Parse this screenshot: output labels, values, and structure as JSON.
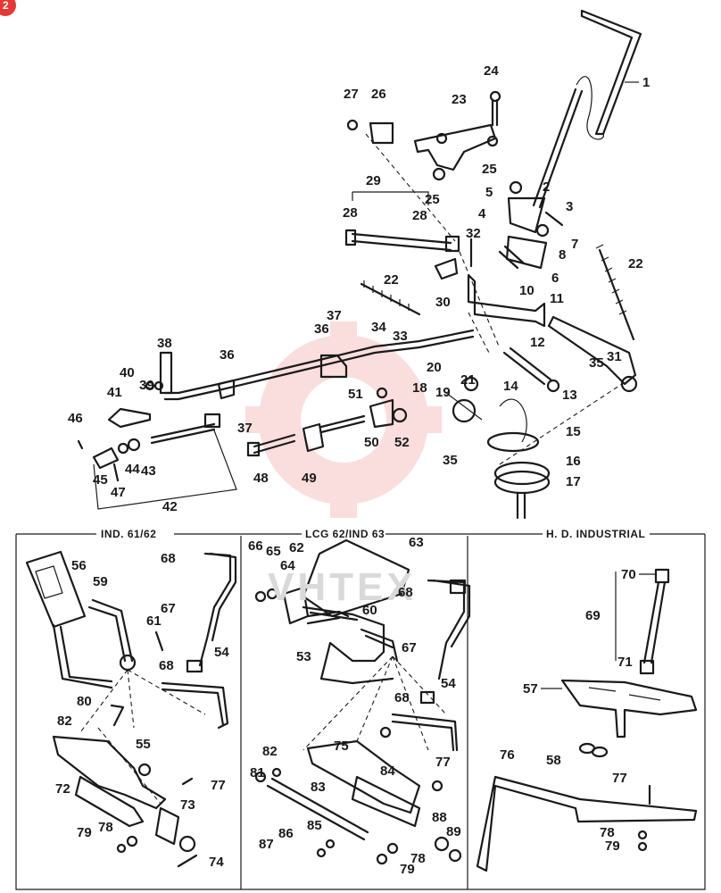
{
  "badge": {
    "label": "2",
    "color": "#e53935"
  },
  "watermark": {
    "text": "VHTEX",
    "gear_color": "#f7c3c3",
    "text_color": "#d9d9d9"
  },
  "sections": {
    "left": "IND. 61/62",
    "middle": "LCG 62/IND 63",
    "right": "H. D. INDUSTRIAL"
  },
  "part_numbers": {
    "top": [
      "1",
      "2",
      "3",
      "4",
      "5",
      "6",
      "7",
      "8",
      "10",
      "11",
      "12",
      "13",
      "14",
      "15",
      "16",
      "17",
      "18",
      "19",
      "20",
      "21",
      "22",
      "22",
      "23",
      "24",
      "25",
      "25",
      "26",
      "27",
      "28",
      "28",
      "29",
      "30",
      "31",
      "32",
      "33",
      "34",
      "35",
      "35",
      "36",
      "36",
      "37",
      "37",
      "38",
      "39",
      "40",
      "41",
      "42",
      "43",
      "44",
      "45",
      "46",
      "47",
      "48",
      "49",
      "50",
      "51",
      "52"
    ],
    "left_panel": [
      "56",
      "59",
      "61",
      "67",
      "68",
      "68",
      "54",
      "80",
      "82",
      "55",
      "72",
      "77",
      "73",
      "79",
      "78",
      "74"
    ],
    "middle_panel": [
      "66",
      "65",
      "62",
      "63",
      "64",
      "60",
      "68",
      "67",
      "68",
      "53",
      "54",
      "82",
      "75",
      "84",
      "77",
      "81",
      "83",
      "88",
      "85",
      "86",
      "87",
      "78",
      "79",
      "89"
    ],
    "right_panel": [
      "70",
      "69",
      "71",
      "57",
      "58",
      "76",
      "77",
      "78",
      "79"
    ]
  }
}
